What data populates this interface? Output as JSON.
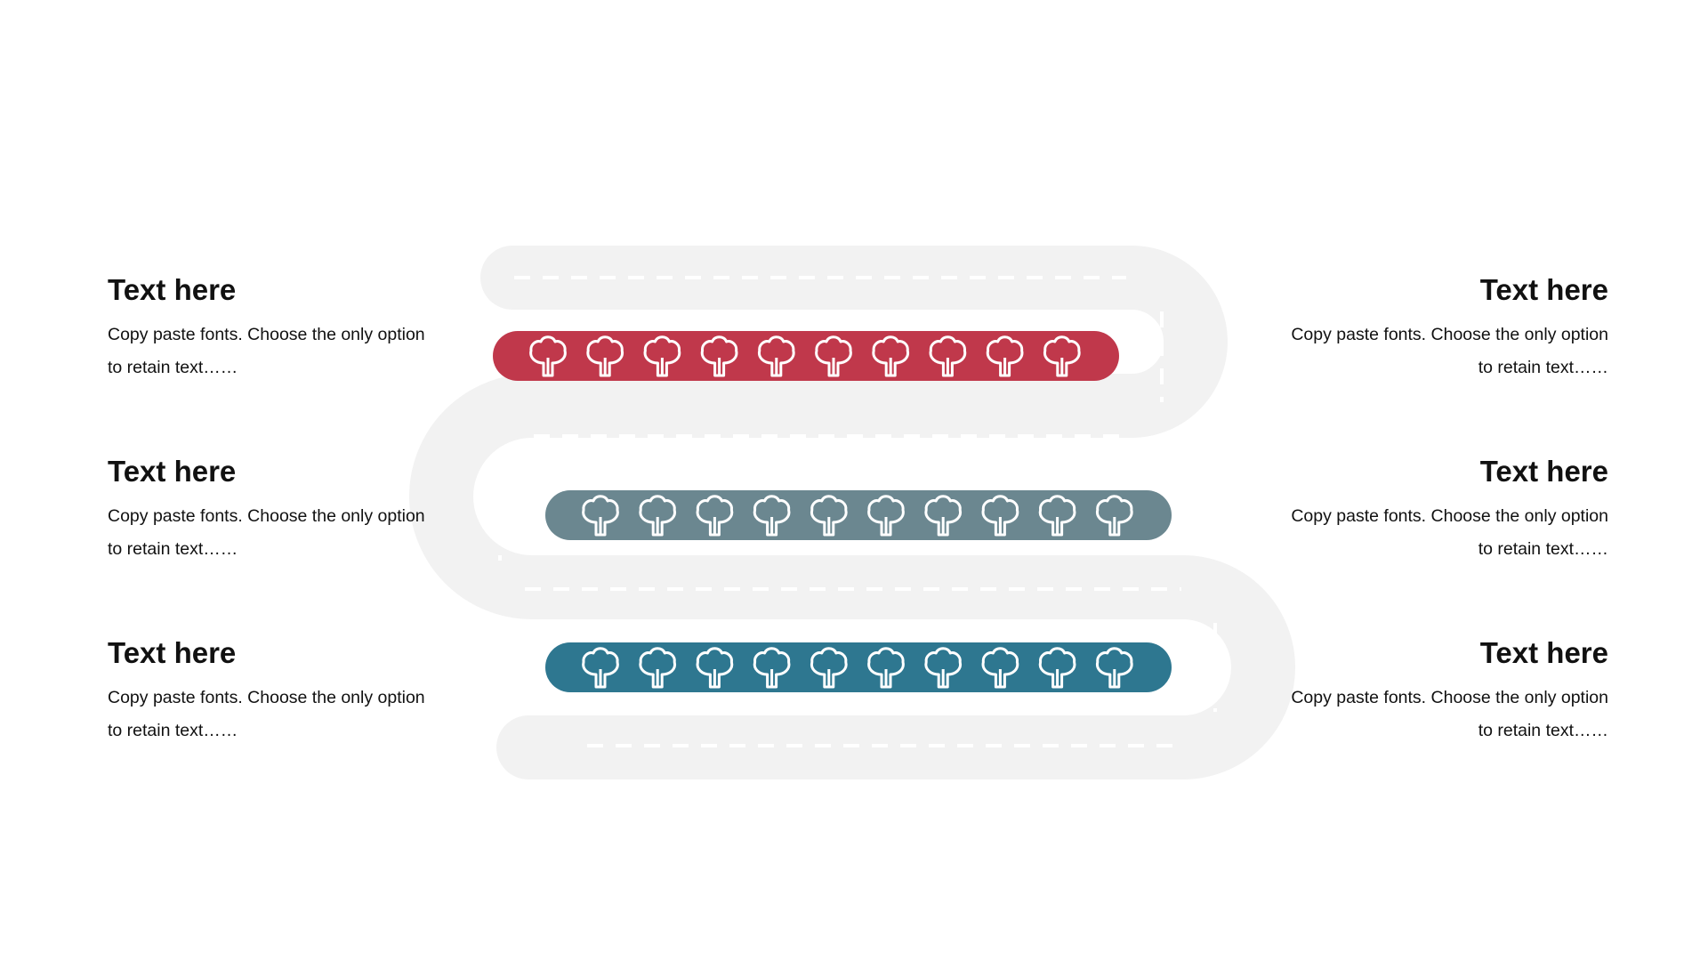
{
  "colors": {
    "background": "#ffffff",
    "road": "#f2f2f2",
    "road_dash": "#ffffff",
    "text": "#111111",
    "icon_stroke": "#ffffff"
  },
  "items": [
    {
      "side": "left",
      "title": "Text here",
      "body_line1": "Copy paste fonts. Choose the only option",
      "body_line2": "to retain text……"
    },
    {
      "side": "left",
      "title": "Text here",
      "body_line1": "Copy paste fonts. Choose the only option",
      "body_line2": "to retain text……"
    },
    {
      "side": "left",
      "title": "Text here",
      "body_line1": "Copy paste fonts. Choose the only option",
      "body_line2": "to retain text……"
    },
    {
      "side": "right",
      "title": "Text here",
      "body_line1": "Copy paste fonts. Choose the only option",
      "body_line2": "to retain text……"
    },
    {
      "side": "right",
      "title": "Text here",
      "body_line1": "Copy paste fonts. Choose the only option",
      "body_line2": "to retain text……"
    },
    {
      "side": "right",
      "title": "Text here",
      "body_line1": "Copy paste fonts. Choose the only option",
      "body_line2": "to retain text……"
    }
  ],
  "rows": [
    {
      "color": "#c0384b",
      "icon": "tree-icon",
      "tree_count": 10
    },
    {
      "color": "#6b8790",
      "icon": "tree-icon",
      "tree_count": 10
    },
    {
      "color": "#2e7790",
      "icon": "tree-icon",
      "tree_count": 10
    }
  ]
}
